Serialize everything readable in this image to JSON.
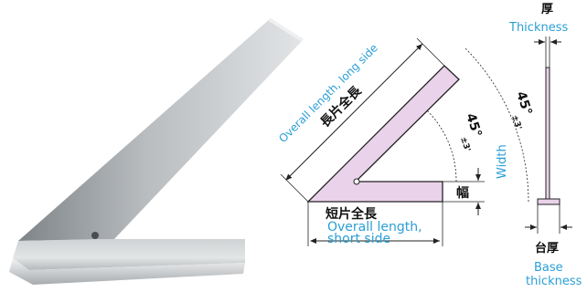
{
  "labels": {
    "long_side_jp": "長片全長",
    "long_side_en": "Overall length, long side",
    "short_side_jp": "短片全長",
    "short_side_en_line1": "Overall length,",
    "short_side_en_line2": "short side",
    "width_jp": "幅",
    "width_en": "Width",
    "thickness_jp": "厚",
    "thickness_en": "Thickness",
    "base_thickness_jp": "台厚",
    "base_thickness_en_line1": "Base",
    "base_thickness_en_line2": "thickness",
    "angle_inner": "45°",
    "angle_inner_tol": "±3'",
    "angle_outer": "45°",
    "angle_outer_tol": "±3'"
  },
  "colors": {
    "part_fill": "#ead2ea",
    "outline": "#222222",
    "english_text": "#2a9fd6"
  }
}
